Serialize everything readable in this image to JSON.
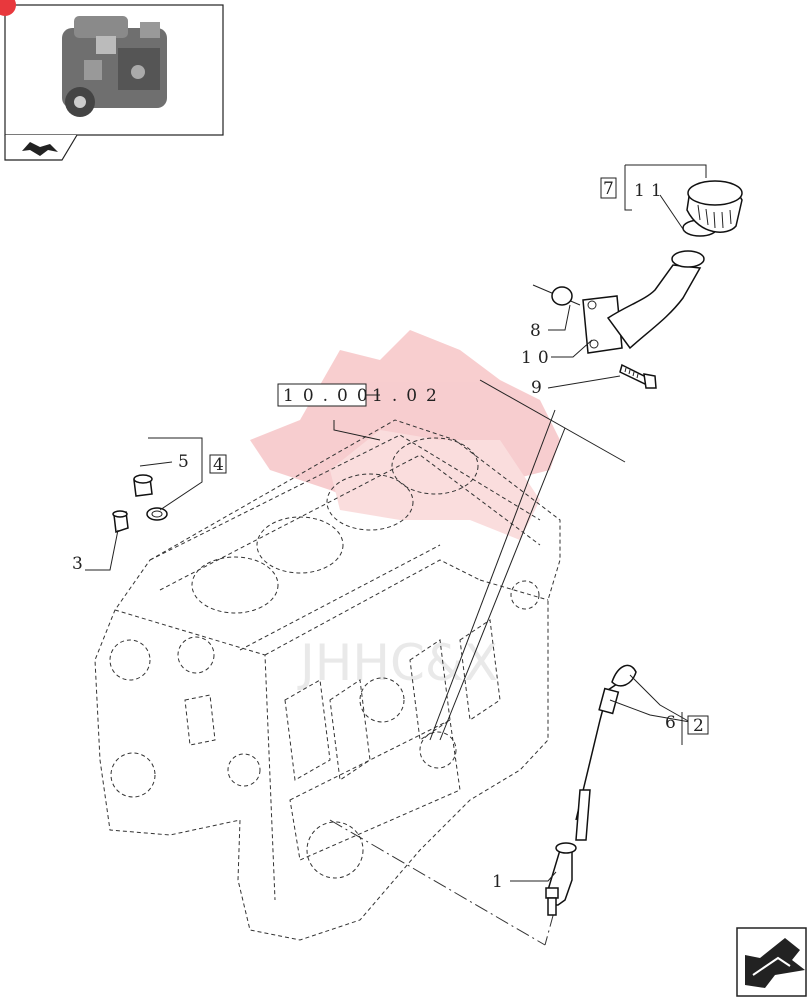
{
  "thumbnail": {
    "badge": ""
  },
  "references": {
    "main_ref_prefix": "10.00",
    "main_ref_suffix": "1.02"
  },
  "callouts": [
    {
      "id": "c1",
      "text": "1"
    },
    {
      "id": "c2",
      "text": "3"
    },
    {
      "id": "c3",
      "text": "5"
    },
    {
      "id": "c4",
      "text": "4"
    },
    {
      "id": "c5",
      "text": "6"
    },
    {
      "id": "c6",
      "text": "2"
    },
    {
      "id": "c7",
      "text": "7"
    },
    {
      "id": "c8",
      "text": "11"
    },
    {
      "id": "c9",
      "text": "8"
    },
    {
      "id": "c10",
      "text": "10"
    },
    {
      "id": "c11",
      "text": "9"
    }
  ],
  "watermark": {
    "text": "JHHC&X",
    "color": "#e8383d"
  },
  "colors": {
    "line": "#222222",
    "watermark": "#f2a6a8"
  }
}
